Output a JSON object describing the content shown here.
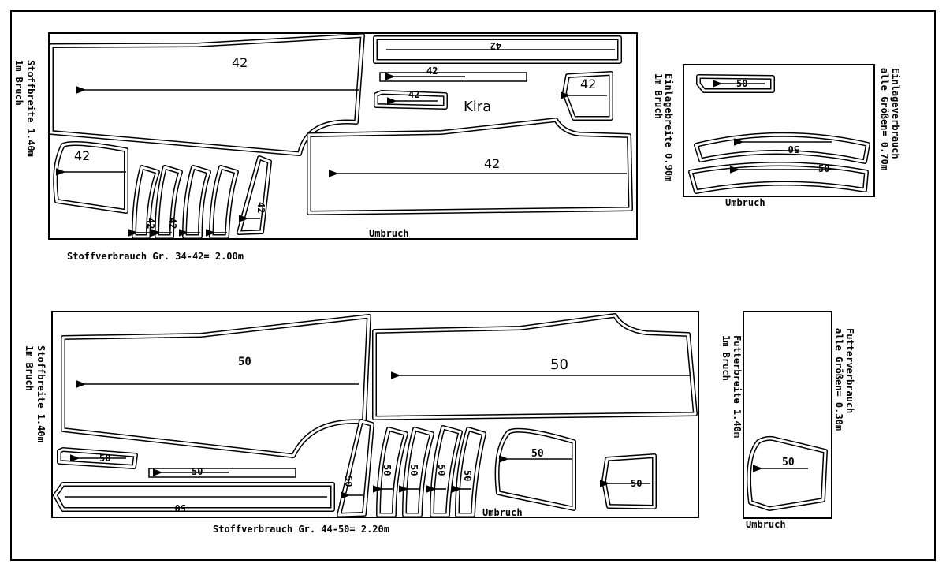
{
  "colors": {
    "ink": "#000000",
    "paper": "#ffffff"
  },
  "top_layout": {
    "size_label": "42",
    "model_name": "Kira",
    "fold_label": "Umbruch",
    "fabric_width": "Stoffbreite 1.40m",
    "fold_note": "1m Bruch",
    "consumption": "Stoffverbrauch Gr. 34-42= 2.00m"
  },
  "interfacing": {
    "size_label": "50",
    "fold_label": "Umbruch",
    "width": "Einlagebreite 0.90m",
    "fold_note": "1m Bruch",
    "consumption_title": "Einlageverbrauch",
    "consumption": "alle Größen= 0.70m"
  },
  "bottom_layout": {
    "size_label": "50",
    "fold_label": "Umbruch",
    "fabric_width": "Stoffbreite 1.40m",
    "fold_note": "1m Bruch",
    "consumption": "Stoffverbrauch Gr. 44-50= 2.20m"
  },
  "lining": {
    "size_label": "50",
    "fold_label": "Umbruch",
    "width": "Futterbreite 1.40m",
    "fold_note": "1m Bruch",
    "consumption_title": "Futterverbrauch",
    "consumption": "alle Größen= 0.30m"
  }
}
